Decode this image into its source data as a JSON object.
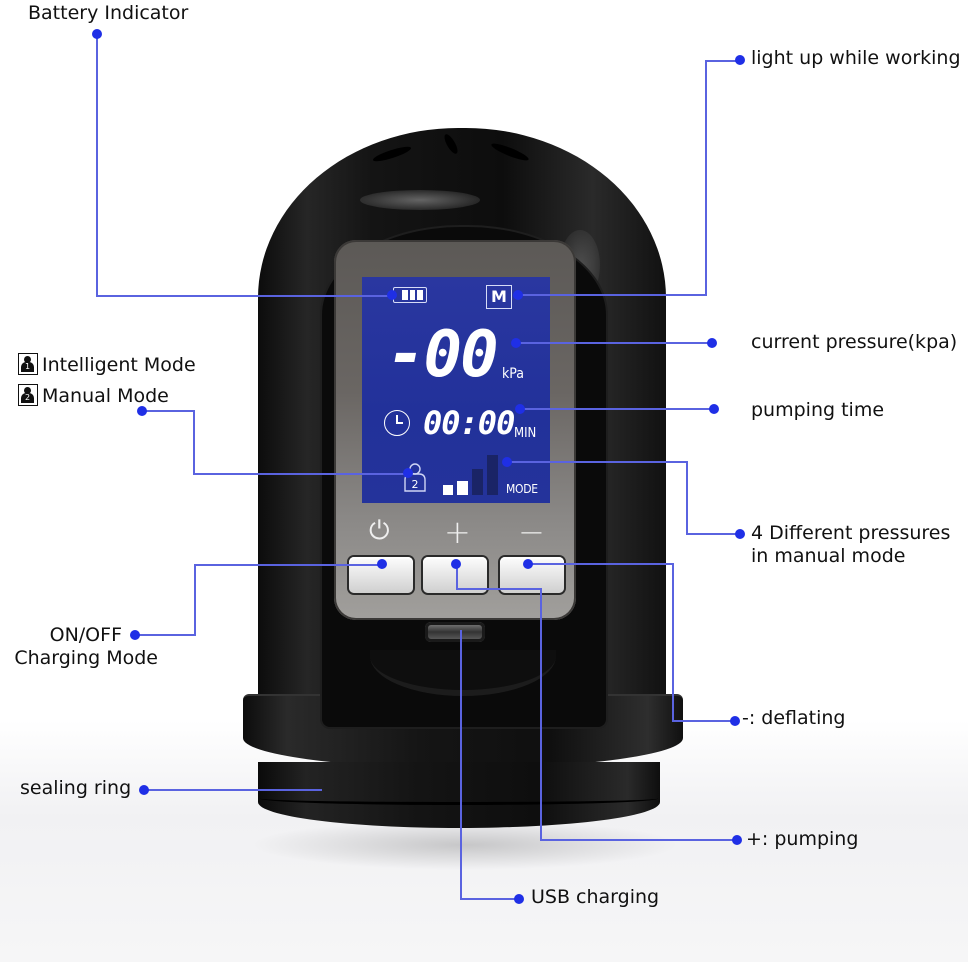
{
  "diagram": {
    "subject": "electric vacuum pump control unit",
    "line_color": "#5a63e0",
    "dot_color": "#1f2fe6",
    "lcd_color": "#24339b"
  },
  "lcd": {
    "mode_indicator": "M",
    "pressure_value": "-00",
    "pressure_unit": "kPa",
    "time_value": "00:00",
    "time_unit": "MIN",
    "mode_person_number": "2",
    "mode_label": "MODE",
    "battery_bars": 3,
    "pressure_levels": [
      {
        "height": 12,
        "active": true
      },
      {
        "height": 18,
        "active": true
      },
      {
        "height": 28,
        "active": false
      },
      {
        "height": 40,
        "active": false
      }
    ]
  },
  "buttons": {
    "power_glyph": "⏻",
    "plus_glyph": "+",
    "minus_glyph": "−"
  },
  "callouts": {
    "battery_indicator": "Battery Indicator",
    "light_up": "light up while working",
    "current_pressure": "current pressure(kpa)",
    "pumping_time": "pumping time",
    "intelligent_mode": "Intelligent Mode",
    "intelligent_mode_num": "1",
    "manual_mode": "Manual Mode",
    "manual_mode_num": "2",
    "four_pressures_line1": "4 Different pressures",
    "four_pressures_line2": "in manual mode",
    "on_off_line1": "ON/OFF",
    "on_off_line2": "Charging Mode",
    "deflating": "-: deflating",
    "sealing_ring": "sealing ring",
    "pumping": "+: pumping",
    "usb_charging": "USB charging"
  }
}
